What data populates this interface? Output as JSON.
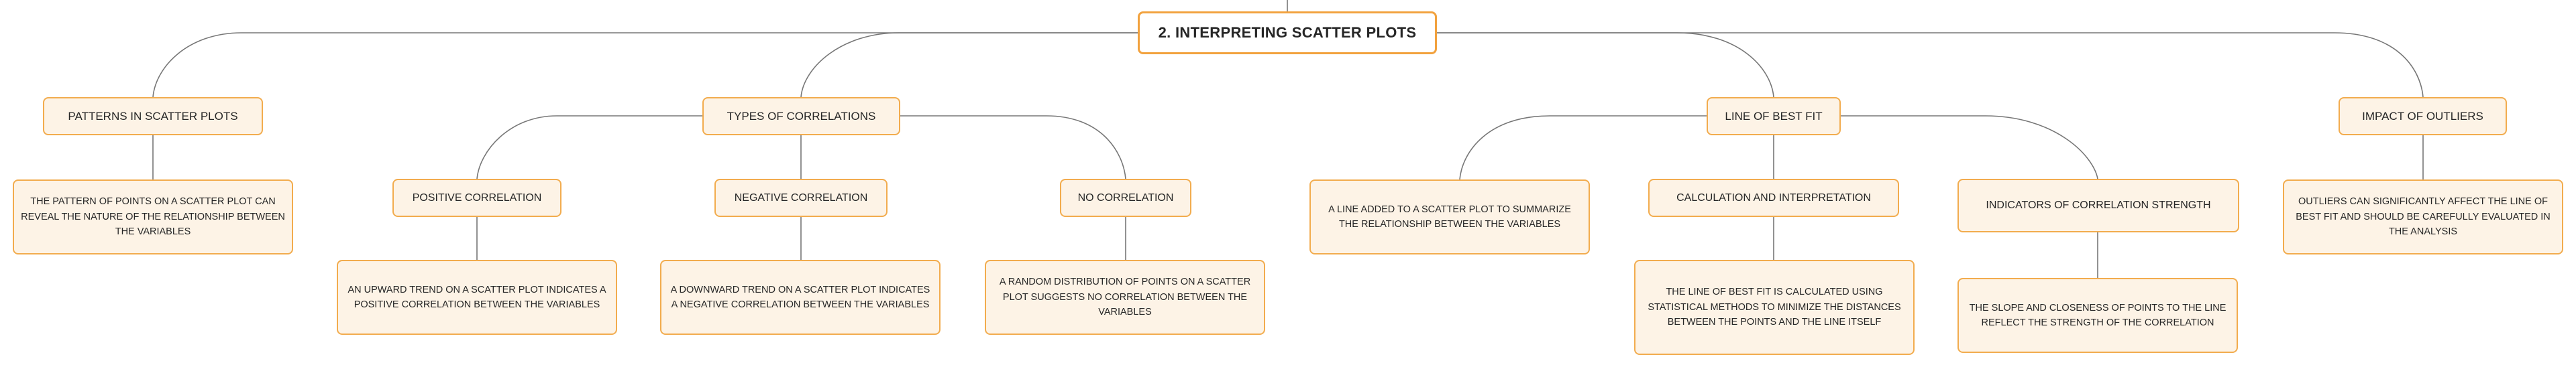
{
  "root": {
    "label": "2. INTERPRETING SCATTER PLOTS"
  },
  "topics": [
    {
      "label": "PATTERNS IN SCATTER PLOTS"
    },
    {
      "label": "TYPES OF CORRELATIONS"
    },
    {
      "label": "LINE OF BEST FIT"
    },
    {
      "label": "IMPACT OF OUTLIERS"
    }
  ],
  "subtopics": [
    {
      "label": "POSITIVE CORRELATION"
    },
    {
      "label": "NEGATIVE CORRELATION"
    },
    {
      "label": "NO CORRELATION"
    },
    {
      "label": "CALCULATION AND INTERPRETATION"
    },
    {
      "label": "INDICATORS OF CORRELATION STRENGTH"
    }
  ],
  "details": [
    {
      "text": "THE PATTERN OF POINTS ON A SCATTER PLOT CAN REVEAL THE NATURE OF THE RELATIONSHIP BETWEEN THE VARIABLES"
    },
    {
      "text": "AN UPWARD TREND ON A SCATTER PLOT INDICATES A POSITIVE CORRELATION BETWEEN THE VARIABLES"
    },
    {
      "text": "A DOWNWARD TREND ON A SCATTER PLOT INDICATES A NEGATIVE CORRELATION BETWEEN THE VARIABLES"
    },
    {
      "text": "A RANDOM DISTRIBUTION OF POINTS ON A SCATTER PLOT SUGGESTS NO CORRELATION BETWEEN THE VARIABLES"
    },
    {
      "text": "A LINE ADDED TO A SCATTER PLOT TO SUMMARIZE THE RELATIONSHIP BETWEEN THE VARIABLES"
    },
    {
      "text": "THE LINE OF BEST FIT IS CALCULATED USING STATISTICAL METHODS TO MINIMIZE THE DISTANCES BETWEEN THE POINTS AND THE LINE ITSELF"
    },
    {
      "text": "THE SLOPE AND CLOSENESS OF POINTS TO THE LINE REFLECT THE STRENGTH OF THE CORRELATION"
    },
    {
      "text": "OUTLIERS CAN SIGNIFICANTLY AFFECT THE LINE OF BEST FIT AND SHOULD BE CAREFULLY EVALUATED IN THE ANALYSIS"
    }
  ],
  "colors": {
    "border": "#f2ac4e",
    "fill": "#fdf3e6",
    "line": "#777777"
  }
}
